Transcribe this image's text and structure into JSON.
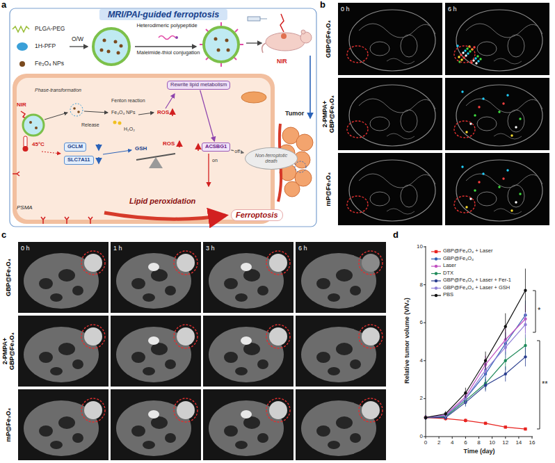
{
  "diagram": {
    "nodes": [
      {
        "text": [
          "MRI/PAI-guided ferroptosis"
        ]
      },
      {
        "text": [
          "Rewrite lipid metabolism"
        ]
      },
      {
        "text": [
          "GCLM"
        ]
      },
      {
        "text": [
          "SLC7A11"
        ]
      },
      {
        "text": [
          "ACSBG1"
        ]
      },
      {
        "text": [
          "Non-ferroptotic death"
        ]
      },
      {
        "text": [
          "Ferroptosis"
        ]
      }
    ],
    "edges": [
      {
        "from": 1,
        "to": 4,
        "arrow": "to"
      },
      {
        "from": 4,
        "to": 5,
        "label": "off",
        "arrow": "to"
      }
    ],
    "labels": [
      "a",
      "PLGA-PEG",
      "1H-PFP",
      "Fe₃O₄ NPs",
      "O/W",
      "Heterodimeric polypeptide",
      "Maleimide-thiol conjugation",
      "NIR",
      "Tumor",
      "NIR",
      "Phase-transformation",
      "Release",
      "Fenton reaction",
      "Fe₃O₄ NPs",
      "H₂O₂",
      "ROS",
      "45°C",
      "GSH",
      "ROS",
      "on",
      "PSMA",
      "Lipid peroxidation",
      "b",
      "0 h",
      "6 h",
      "GBP@Fe₃O₄",
      "2-PMPA+ GBP@Fe₃O₄",
      "mP@Fe₃O₄",
      "c",
      "0 h",
      "1 h",
      "3 h",
      "6 h",
      "GBP@Fe₃O₄",
      "2-PMPA+ GBP@Fe₃O₄",
      "mP@Fe₃O₄",
      "d",
      "0",
      "2",
      "4",
      "6",
      "8",
      "10",
      "0",
      "2",
      "4",
      "6",
      "8",
      "10",
      "12",
      "14",
      "16",
      "Relative tumor volume (V/V₀)",
      "Time (day)",
      "*",
      "**"
    ],
    "legend": [
      {
        "text": "GBP@Fe₃O₄ + Laser",
        "color": "#e8231f"
      },
      {
        "text": "GBP@Fe₃O₄",
        "color": "#2f5fb3"
      },
      {
        "text": "Laser",
        "color": "#c04fc0"
      },
      {
        "text": "DTX",
        "color": "#1f8a5a"
      },
      {
        "text": "GBP@Fe₃O₄ + Laser + Fer-1",
        "color": "#2b3f8f"
      },
      {
        "text": "GBP@Fe₃O₄ + Laser + GSH",
        "color": "#8f7fd6"
      },
      {
        "text": "PBS",
        "color": "#111111"
      }
    ]
  }
}
